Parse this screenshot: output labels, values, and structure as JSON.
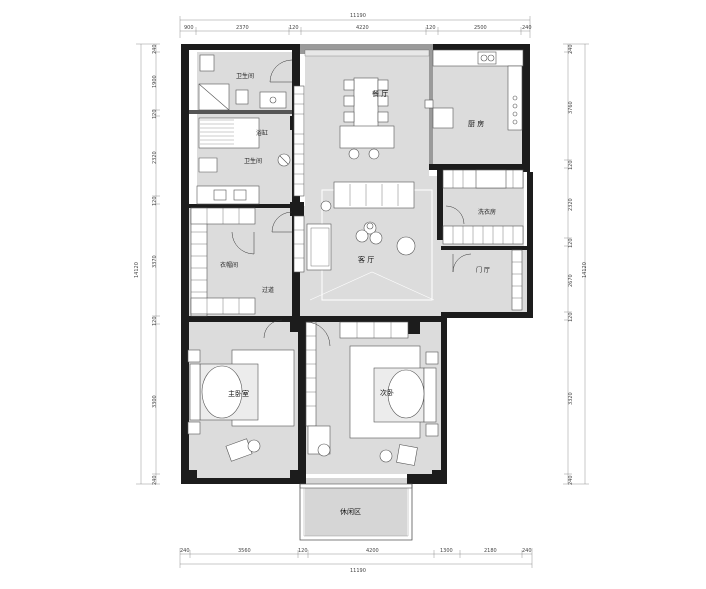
{
  "plan": {
    "top_total": "11190",
    "bottom_total": "11190",
    "left_total": "14120",
    "right_total": "14120",
    "top_segments": [
      "900",
      "2370",
      "120",
      "4220",
      "120",
      "2500",
      "240"
    ],
    "bottom_segments": [
      "240",
      "3560",
      "120",
      "4200",
      "1300",
      "2180",
      "240"
    ],
    "left_segments": [
      "240",
      "1900",
      "120",
      "2320",
      "120",
      "3370",
      "120",
      "3300",
      "240"
    ],
    "right_segments": [
      "240",
      "3760",
      "120",
      "2320",
      "120",
      "2670",
      "120",
      "3320",
      "240"
    ],
    "rooms": {
      "toilet": "卫生间",
      "bath": "浴缸",
      "wash": "卫生间",
      "dining": "餐 厅",
      "kitchen": "厨 房",
      "laundry": "洗衣房",
      "living": "客 厅",
      "cloak": "衣帽间",
      "corridor": "过道",
      "entry": "门 厅",
      "master": "主卧室",
      "second": "次卧",
      "balcony": "休闲区"
    }
  },
  "colors": {
    "wall": "#1c1c1c",
    "wall_gray": "#9a9a9a",
    "floor": "#dcdcdc",
    "balcony": "#d6d6d6",
    "furniture": "#ffffff",
    "line": "#555555"
  }
}
